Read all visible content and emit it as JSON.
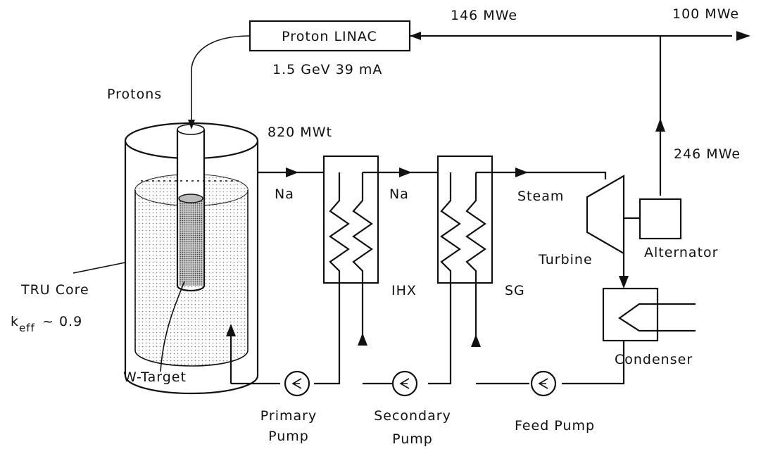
{
  "labels": {
    "linac": "Proton LINAC",
    "linac_specs": "1.5 GeV   39 mA",
    "power_to_linac": "146 MWe",
    "net_power": "100 MWe",
    "protons": "Protons",
    "thermal_power": "820 MWt",
    "gross_power": "246 MWe",
    "na_primary": "Na",
    "na_secondary": "Na",
    "steam": "Steam",
    "turbine": "Turbine",
    "alternator": "Alternator",
    "ihx": "IHX",
    "sg": "SG",
    "condenser": "Condenser",
    "tru_core": "TRU Core",
    "keff_k": "k",
    "keff_sub": "eff",
    "keff_value": "~ 0.9",
    "w_target": "W-Target",
    "primary_pump_line1": "Primary",
    "primary_pump_line2": "Pump",
    "secondary_pump_line1": "Secondary",
    "secondary_pump_line2": "Pump",
    "feed_pump": "Feed Pump"
  }
}
